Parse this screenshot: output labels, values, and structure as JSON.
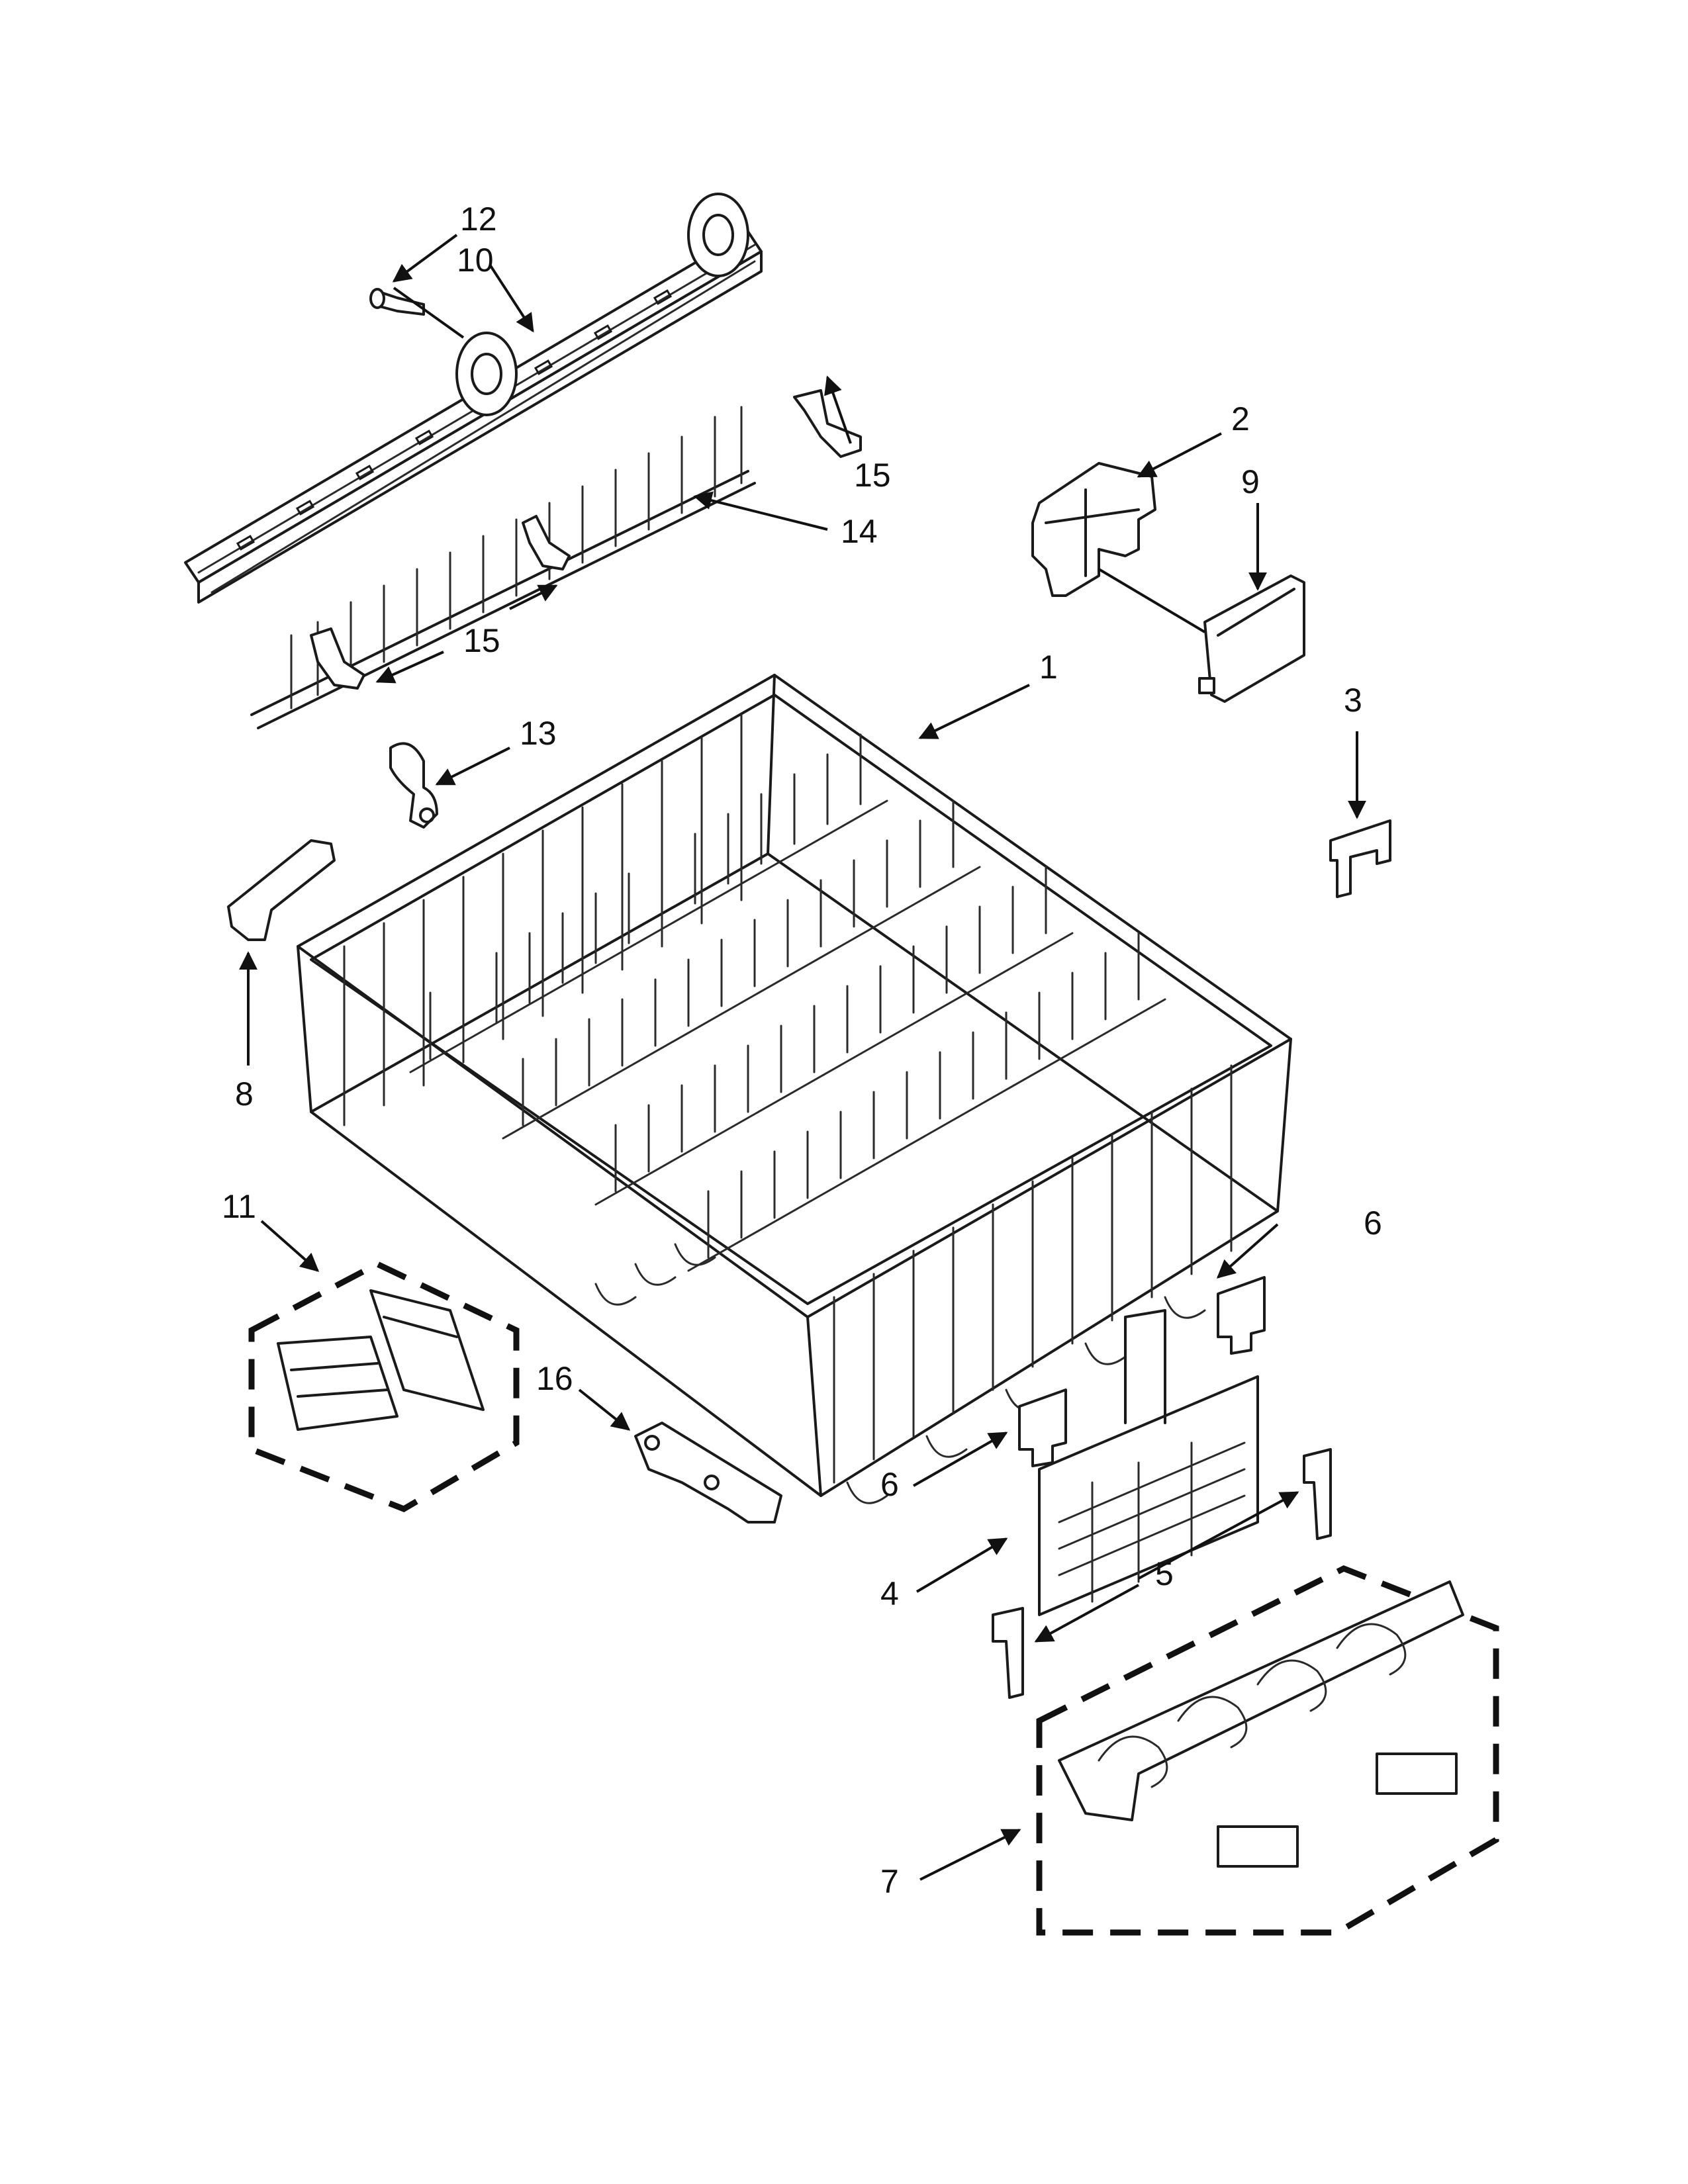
{
  "callouts": [
    {
      "id": "1",
      "label": "1"
    },
    {
      "id": "2",
      "label": "2"
    },
    {
      "id": "3",
      "label": "3"
    },
    {
      "id": "4",
      "label": "4"
    },
    {
      "id": "5",
      "label": "5"
    },
    {
      "id": "6a",
      "label": "6"
    },
    {
      "id": "6b",
      "label": "6"
    },
    {
      "id": "7",
      "label": "7"
    },
    {
      "id": "8",
      "label": "8"
    },
    {
      "id": "9",
      "label": "9"
    },
    {
      "id": "10",
      "label": "10"
    },
    {
      "id": "11",
      "label": "11"
    },
    {
      "id": "12",
      "label": "12"
    },
    {
      "id": "13",
      "label": "13"
    },
    {
      "id": "14",
      "label": "14"
    },
    {
      "id": "15a",
      "label": "15"
    },
    {
      "id": "15b",
      "label": "15"
    },
    {
      "id": "16",
      "label": "16"
    }
  ]
}
